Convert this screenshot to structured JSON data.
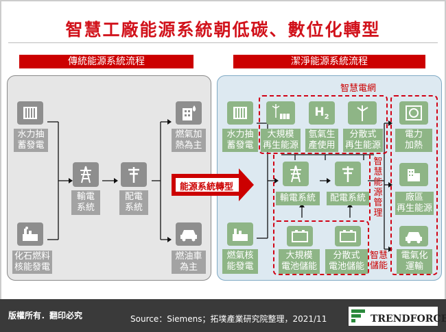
{
  "title": "智慧工廠能源系統朝低碳、數位化轉型",
  "left_header": "傳統能源系統流程",
  "right_header": "潔淨能源系統流程",
  "smart_grid": "智慧電網",
  "transition": "能源系統轉型",
  "left": {
    "hydro": [
      "水力抽",
      "蓄發電"
    ],
    "fossil": [
      "化石燃料",
      "核能發電"
    ],
    "transmission": [
      "輸電",
      "系統"
    ],
    "distribution": [
      "配電",
      "系統"
    ],
    "gas_heat": [
      "燃氣加",
      "熱為主"
    ],
    "fuel_car": [
      "燃油車",
      "為主"
    ]
  },
  "right": {
    "hydro": [
      "水力抽",
      "蓄發電"
    ],
    "renewable": [
      "大規模",
      "再生能源"
    ],
    "hydrogen": [
      "氫氣生",
      "產使用"
    ],
    "distributed_re": [
      "分散式",
      "再生能源"
    ],
    "electric_heat": [
      "電力",
      "加熱"
    ],
    "transmission": "輸電系統",
    "distribution": "配電系統",
    "factory_re": [
      "廠區",
      "再生能源"
    ],
    "gas_nuclear": [
      "燃氣核",
      "能發電"
    ],
    "large_storage": [
      "大規模",
      "電池儲能"
    ],
    "distributed_storage": [
      "分散式",
      "電池儲能"
    ],
    "ev": [
      "電氣化",
      "運輸"
    ],
    "smart_energy_mgmt": [
      "智",
      "慧",
      "能",
      "源",
      "管",
      "理"
    ],
    "smart_storage": [
      "智慧",
      "儲能"
    ]
  },
  "footer": {
    "rights": "版權所有．翻印必究",
    "source": "Source：Siemens；拓墣產業研究院整理，2021/11",
    "brand": "TRENDFORCE"
  },
  "colors": {
    "accent": "#cc0000",
    "gray_box": "#8e8e8e",
    "green_box": "#8eb586",
    "right_panel": "#dde9f1"
  }
}
